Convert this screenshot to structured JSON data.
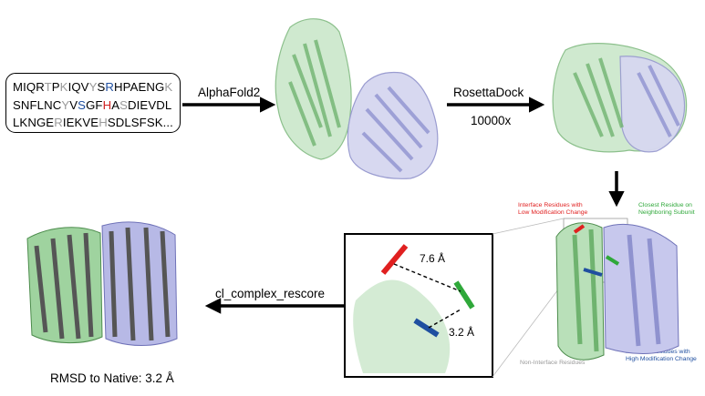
{
  "sequence": {
    "line1": [
      {
        "t": "MIQR",
        "c": "k"
      },
      {
        "t": "T",
        "c": "g"
      },
      {
        "t": "P",
        "c": "k"
      },
      {
        "t": "K",
        "c": "g"
      },
      {
        "t": "IQV",
        "c": "k"
      },
      {
        "t": "Y",
        "c": "g"
      },
      {
        "t": "S",
        "c": "k"
      },
      {
        "t": "R",
        "c": "b"
      },
      {
        "t": "H",
        "c": "k"
      },
      {
        "t": "PAENG",
        "c": "k"
      },
      {
        "t": "K",
        "c": "g"
      }
    ],
    "line2": [
      {
        "t": "SNFLNC",
        "c": "k"
      },
      {
        "t": "Y",
        "c": "g"
      },
      {
        "t": "V",
        "c": "k"
      },
      {
        "t": "S",
        "c": "b"
      },
      {
        "t": "GF",
        "c": "k"
      },
      {
        "t": "H",
        "c": "r"
      },
      {
        "t": "A",
        "c": "k"
      },
      {
        "t": "S",
        "c": "g"
      },
      {
        "t": "DIEVDL",
        "c": "k"
      }
    ],
    "line3": [
      {
        "t": "LKNGE",
        "c": "k"
      },
      {
        "t": "R",
        "c": "g"
      },
      {
        "t": "IEKVE",
        "c": "k"
      },
      {
        "t": "H",
        "c": "g"
      },
      {
        "t": "SDLSFSK...",
        "c": "k"
      }
    ]
  },
  "steps": {
    "alphafold": "AlphaFold2",
    "rosettadock": "RosettaDock",
    "iterations": "10000x",
    "rescore": "cl_complex_rescore"
  },
  "result": {
    "rmsd": "RMSD to Native: 3.2 Å"
  },
  "inset": {
    "distance_far": "7.6 Å",
    "distance_near": "3.2 Å"
  },
  "legend": {
    "low_mod": "Interface Residues with Low Modification Change",
    "neighbor": "Closest Residue on Neighboring Subunit",
    "non_interface": "Non-Interface Residues",
    "high_mod": "Interface Residues with High Modification Change"
  },
  "colors": {
    "green": "#9fd39f",
    "green_dark": "#5aa45a",
    "lavender": "#b7b9e6",
    "lavender_dark": "#7d80c4",
    "gray": "#555555",
    "red": "#e02020",
    "blue": "#1f4fa0",
    "bright_green": "#2fa83a"
  }
}
